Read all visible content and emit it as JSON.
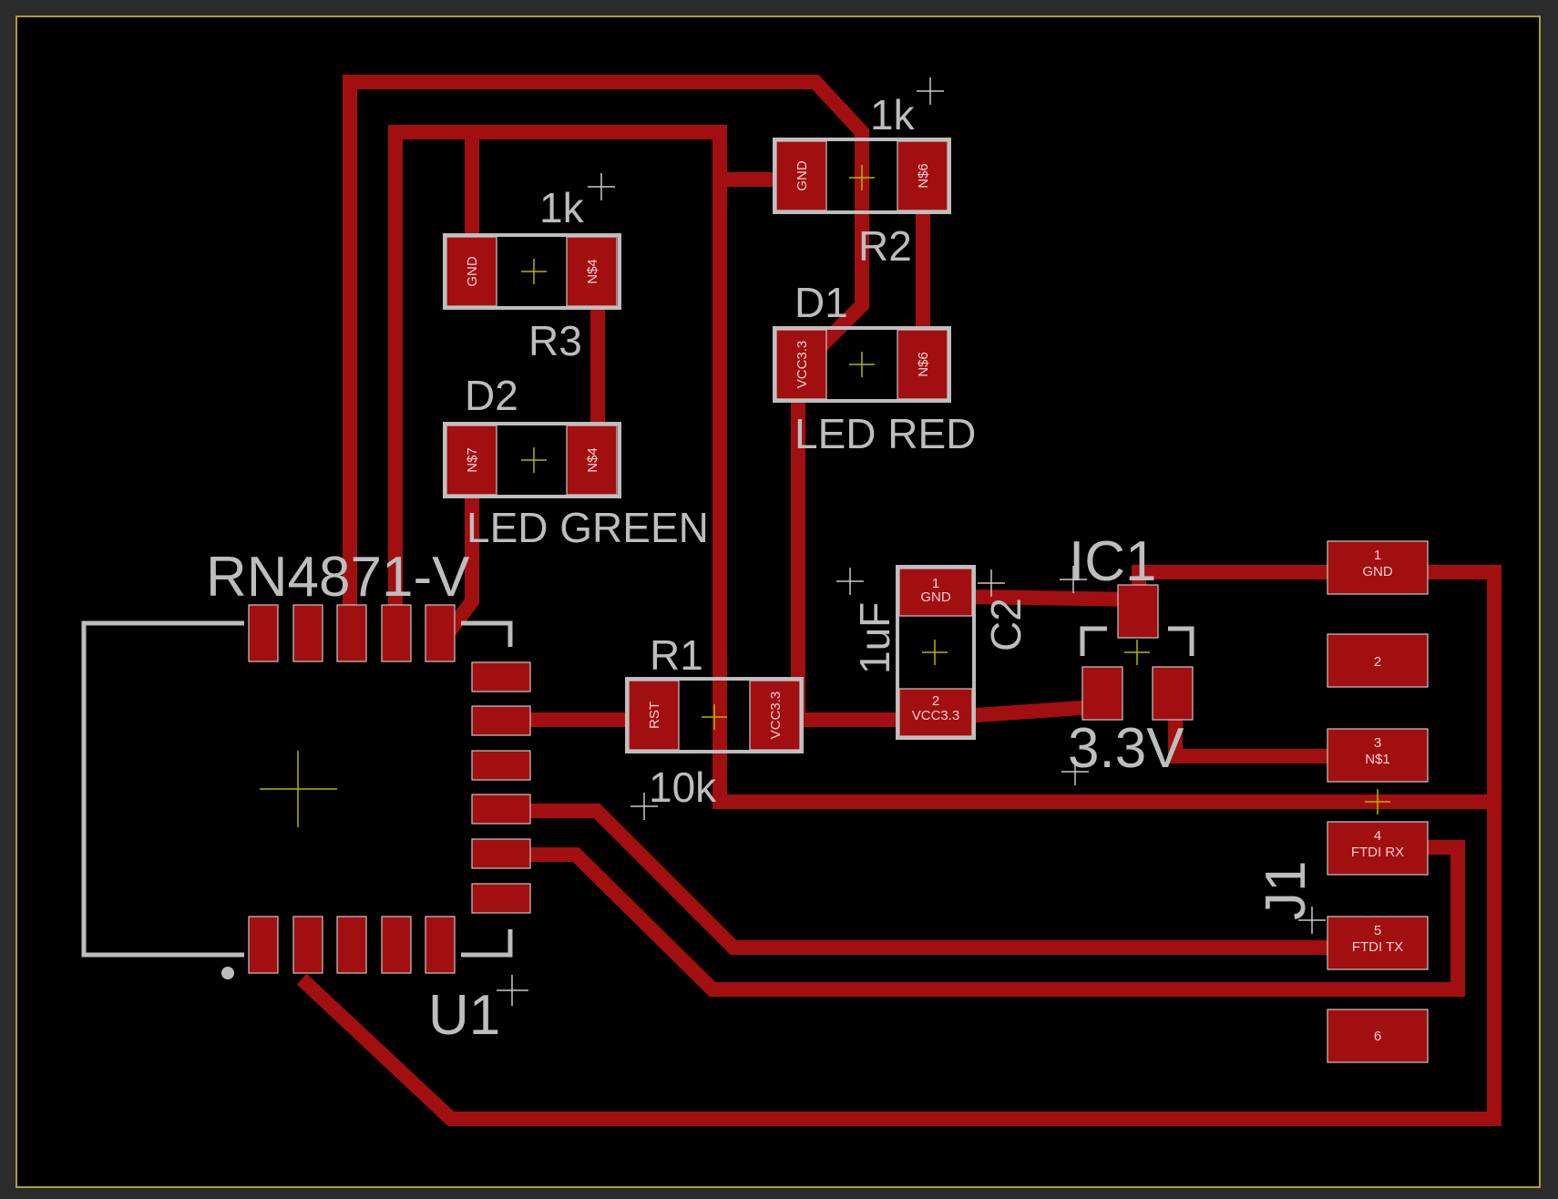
{
  "colors": {
    "background": "#000000",
    "frame": "#2b2b2b",
    "board_outline": "#b39a3a",
    "copper": "#a20f10",
    "silkscreen": "#bdbdbd",
    "origin_cross": "#b4b400"
  },
  "components": {
    "u1": {
      "ref": "U1",
      "value": "RN4871-V"
    },
    "r1": {
      "ref": "R1",
      "value": "10k",
      "pad1": "RST",
      "pad2": "VCC3.3"
    },
    "r2": {
      "ref": "R2",
      "value": "1k",
      "pad1": "GND",
      "pad2": "N$6"
    },
    "r3": {
      "ref": "R3",
      "value": "1k",
      "pad1": "GND",
      "pad2": "N$4"
    },
    "d1": {
      "ref": "D1",
      "value": "LED RED",
      "pad1": "VCC3.3",
      "pad2": "N$6"
    },
    "d2": {
      "ref": "D2",
      "value": "LED GREEN",
      "pad1": "N$7",
      "pad2": "N$4"
    },
    "c2": {
      "ref": "C2",
      "value": "1uF",
      "pad1": "GND",
      "pad2": "VCC3.3"
    },
    "ic1": {
      "ref": "IC1",
      "value": "3.3V"
    },
    "j1": {
      "ref": "J1",
      "pins": [
        {
          "num": "1",
          "net": "GND"
        },
        {
          "num": "2",
          "net": ""
        },
        {
          "num": "3",
          "net": "N$1"
        },
        {
          "num": "4",
          "net": "FTDI RX"
        },
        {
          "num": "5",
          "net": "FTDI TX"
        },
        {
          "num": "6",
          "net": ""
        }
      ]
    }
  },
  "pin_numbers": {
    "p1": "1",
    "p2": "2"
  }
}
